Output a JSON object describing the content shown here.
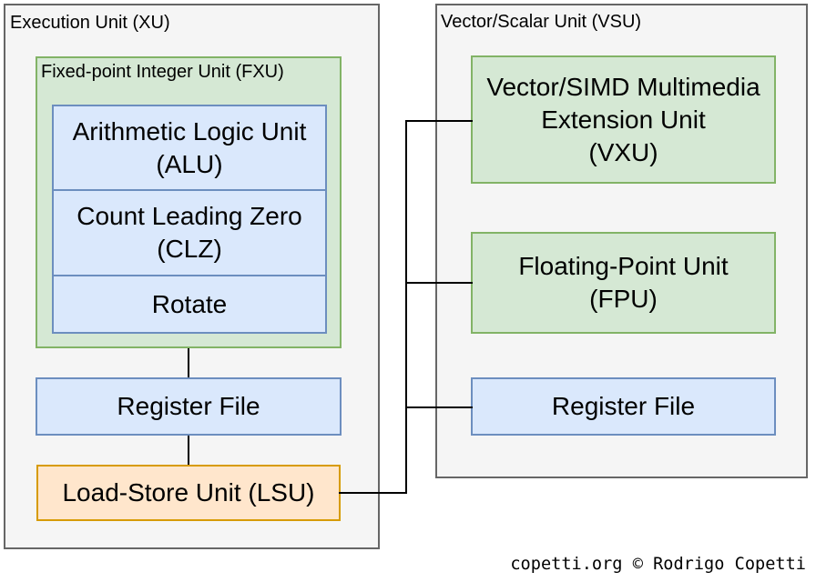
{
  "xu": {
    "title": "Execution Unit (XU)",
    "fxu": {
      "title": "Fixed-point Integer Unit (FXU)",
      "alu": "Arithmetic Logic Unit\n(ALU)",
      "clz": "Count Leading Zero\n(CLZ)",
      "rotate": "Rotate"
    },
    "register_file": "Register File",
    "lsu": "Load-Store Unit (LSU)"
  },
  "vsu": {
    "title": "Vector/Scalar Unit (VSU)",
    "vxu": "Vector/SIMD Multimedia\nExtension Unit\n(VXU)",
    "fpu": "Floating-Point Unit\n(FPU)",
    "register_file": "Register File"
  },
  "credit": "copetti.org © Rodrigo Copetti",
  "colors": {
    "container_fill": "#f5f5f5",
    "container_stroke": "#666666",
    "green_fill": "#d5e8d4",
    "green_stroke": "#82b366",
    "blue_fill": "#dae8fc",
    "blue_stroke": "#6c8ebf",
    "orange_fill": "#ffe6cc",
    "orange_stroke": "#d79b00",
    "connector": "#000000",
    "text": "#000000"
  }
}
